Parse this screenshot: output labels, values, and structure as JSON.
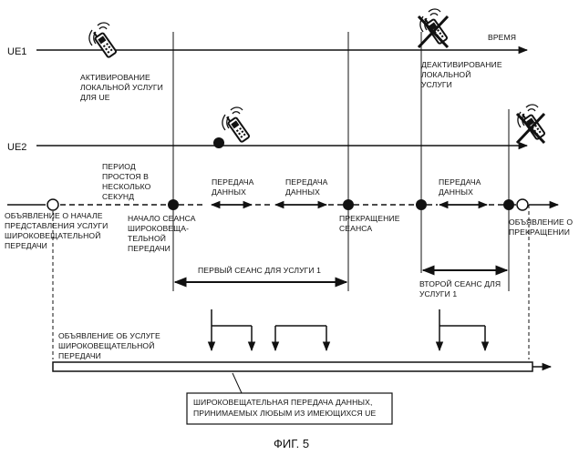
{
  "figure": {
    "caption": "ФИГ. 5",
    "colors": {
      "ink": "#111111",
      "paper": "#ffffff"
    }
  },
  "axes": {
    "ue1": "UE1",
    "ue2": "UE2",
    "time": "ВРЕМЯ"
  },
  "labels": {
    "activation": [
      "АКТИВИРОВАНИЕ",
      "ЛОКАЛЬНОЙ УСЛУГИ",
      "ДЛЯ UE"
    ],
    "deactivation": [
      "ДЕАКТИВИРОВАНИЕ",
      "ЛОКАЛЬНОЙ",
      "УСЛУГИ"
    ],
    "idle_period": [
      "ПЕРИОД",
      "ПРОСТОЯ В",
      "НЕСКОЛЬКО",
      "СЕКУНД"
    ],
    "data_tx_1": [
      "ПЕРЕДАЧА",
      "ДАННЫХ"
    ],
    "data_tx_2": [
      "ПЕРЕДАЧА",
      "ДАННЫХ"
    ],
    "data_tx_3": [
      "ПЕРЕДАЧА",
      "ДАННЫХ"
    ],
    "start_announcement": [
      "ОБЪЯВЛЕНИЕ О НАЧАЛЕ",
      "ПРЕДСТАВЛЕНИЯ УСЛУГИ",
      "ШИРОКОВЕЩАТЕЛЬНОЙ",
      "ПЕРЕДАЧИ"
    ],
    "session_start": [
      "НАЧАЛО СЕАНСА",
      "ШИРОКОВЕЩА-",
      "ТЕЛЬНОЙ",
      "ПЕРЕДАЧИ"
    ],
    "session_end": [
      "ПРЕКРАЩЕНИЕ",
      "СЕАНСА"
    ],
    "end_announcement": [
      "ОБЪЯВЛЕНИЕ О",
      "ПРЕКРАЩЕНИИ"
    ],
    "first_session": "ПЕРВЫЙ СЕАНС ДЛЯ УСЛУГИ 1",
    "second_session": [
      "ВТОРОЙ СЕАНС ДЛЯ",
      "УСЛУГИ 1"
    ],
    "service_announcement": [
      "ОБЪЯВЛЕНИЕ ОБ УСЛУГЕ",
      "ШИРОКОВЕЩАТЕЛЬНОЙ",
      "ПЕРЕДАЧИ"
    ],
    "broadcast_box": [
      "ШИРОКОВЕЩАТЕЛЬНАЯ ПЕРЕДАЧА ДАННЫХ,",
      "ПРИНИМАЕМЫХ ЛЮБЫМ ИЗ ИМЕЮЩИХСЯ UE"
    ]
  },
  "icons": [
    "phone-icon",
    "phone-deactivated-icon"
  ]
}
